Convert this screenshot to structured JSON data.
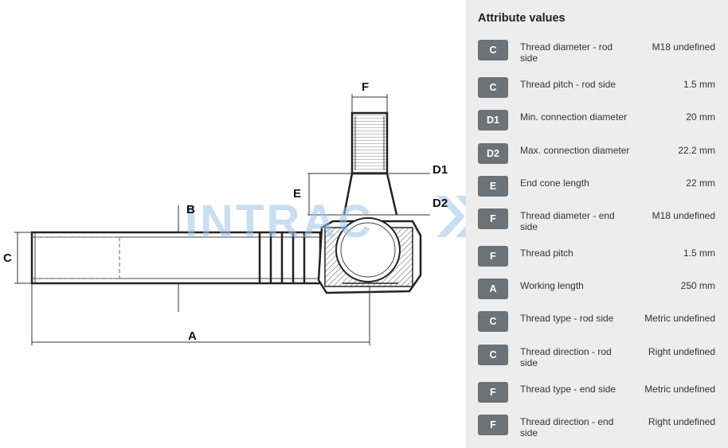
{
  "drawing": {
    "labels": {
      "f": "F",
      "d1": "D1",
      "e": "E",
      "d2": "D2",
      "b": "B",
      "c": "C",
      "a": "A"
    },
    "watermark": "INTRAC"
  },
  "panel": {
    "title": "Attribute values",
    "rows": [
      {
        "badge": "C",
        "label": "Thread diameter - rod side",
        "value": "M18 undefined"
      },
      {
        "badge": "C",
        "label": "Thread pitch - rod side",
        "value": "1.5 mm"
      },
      {
        "badge": "D1",
        "label": "Min. connection diameter",
        "value": "20 mm"
      },
      {
        "badge": "D2",
        "label": "Max. connection diameter",
        "value": "22.2 mm"
      },
      {
        "badge": "E",
        "label": "End cone length",
        "value": "22 mm"
      },
      {
        "badge": "F",
        "label": "Thread diameter - end side",
        "value": "M18 undefined"
      },
      {
        "badge": "F",
        "label": "Thread pitch",
        "value": "1.5 mm"
      },
      {
        "badge": "A",
        "label": "Working length",
        "value": "250 mm"
      },
      {
        "badge": "C",
        "label": "Thread type - rod side",
        "value": "Metric undefined"
      },
      {
        "badge": "C",
        "label": "Thread direction - rod side",
        "value": "Right undefined"
      },
      {
        "badge": "F",
        "label": "Thread type - end side",
        "value": "Metric undefined"
      },
      {
        "badge": "F",
        "label": "Thread direction - end side",
        "value": "Right undefined"
      }
    ]
  },
  "colors": {
    "badge": "#6b7278",
    "panel": "#ededed",
    "watermark": "#9ec3e6"
  }
}
